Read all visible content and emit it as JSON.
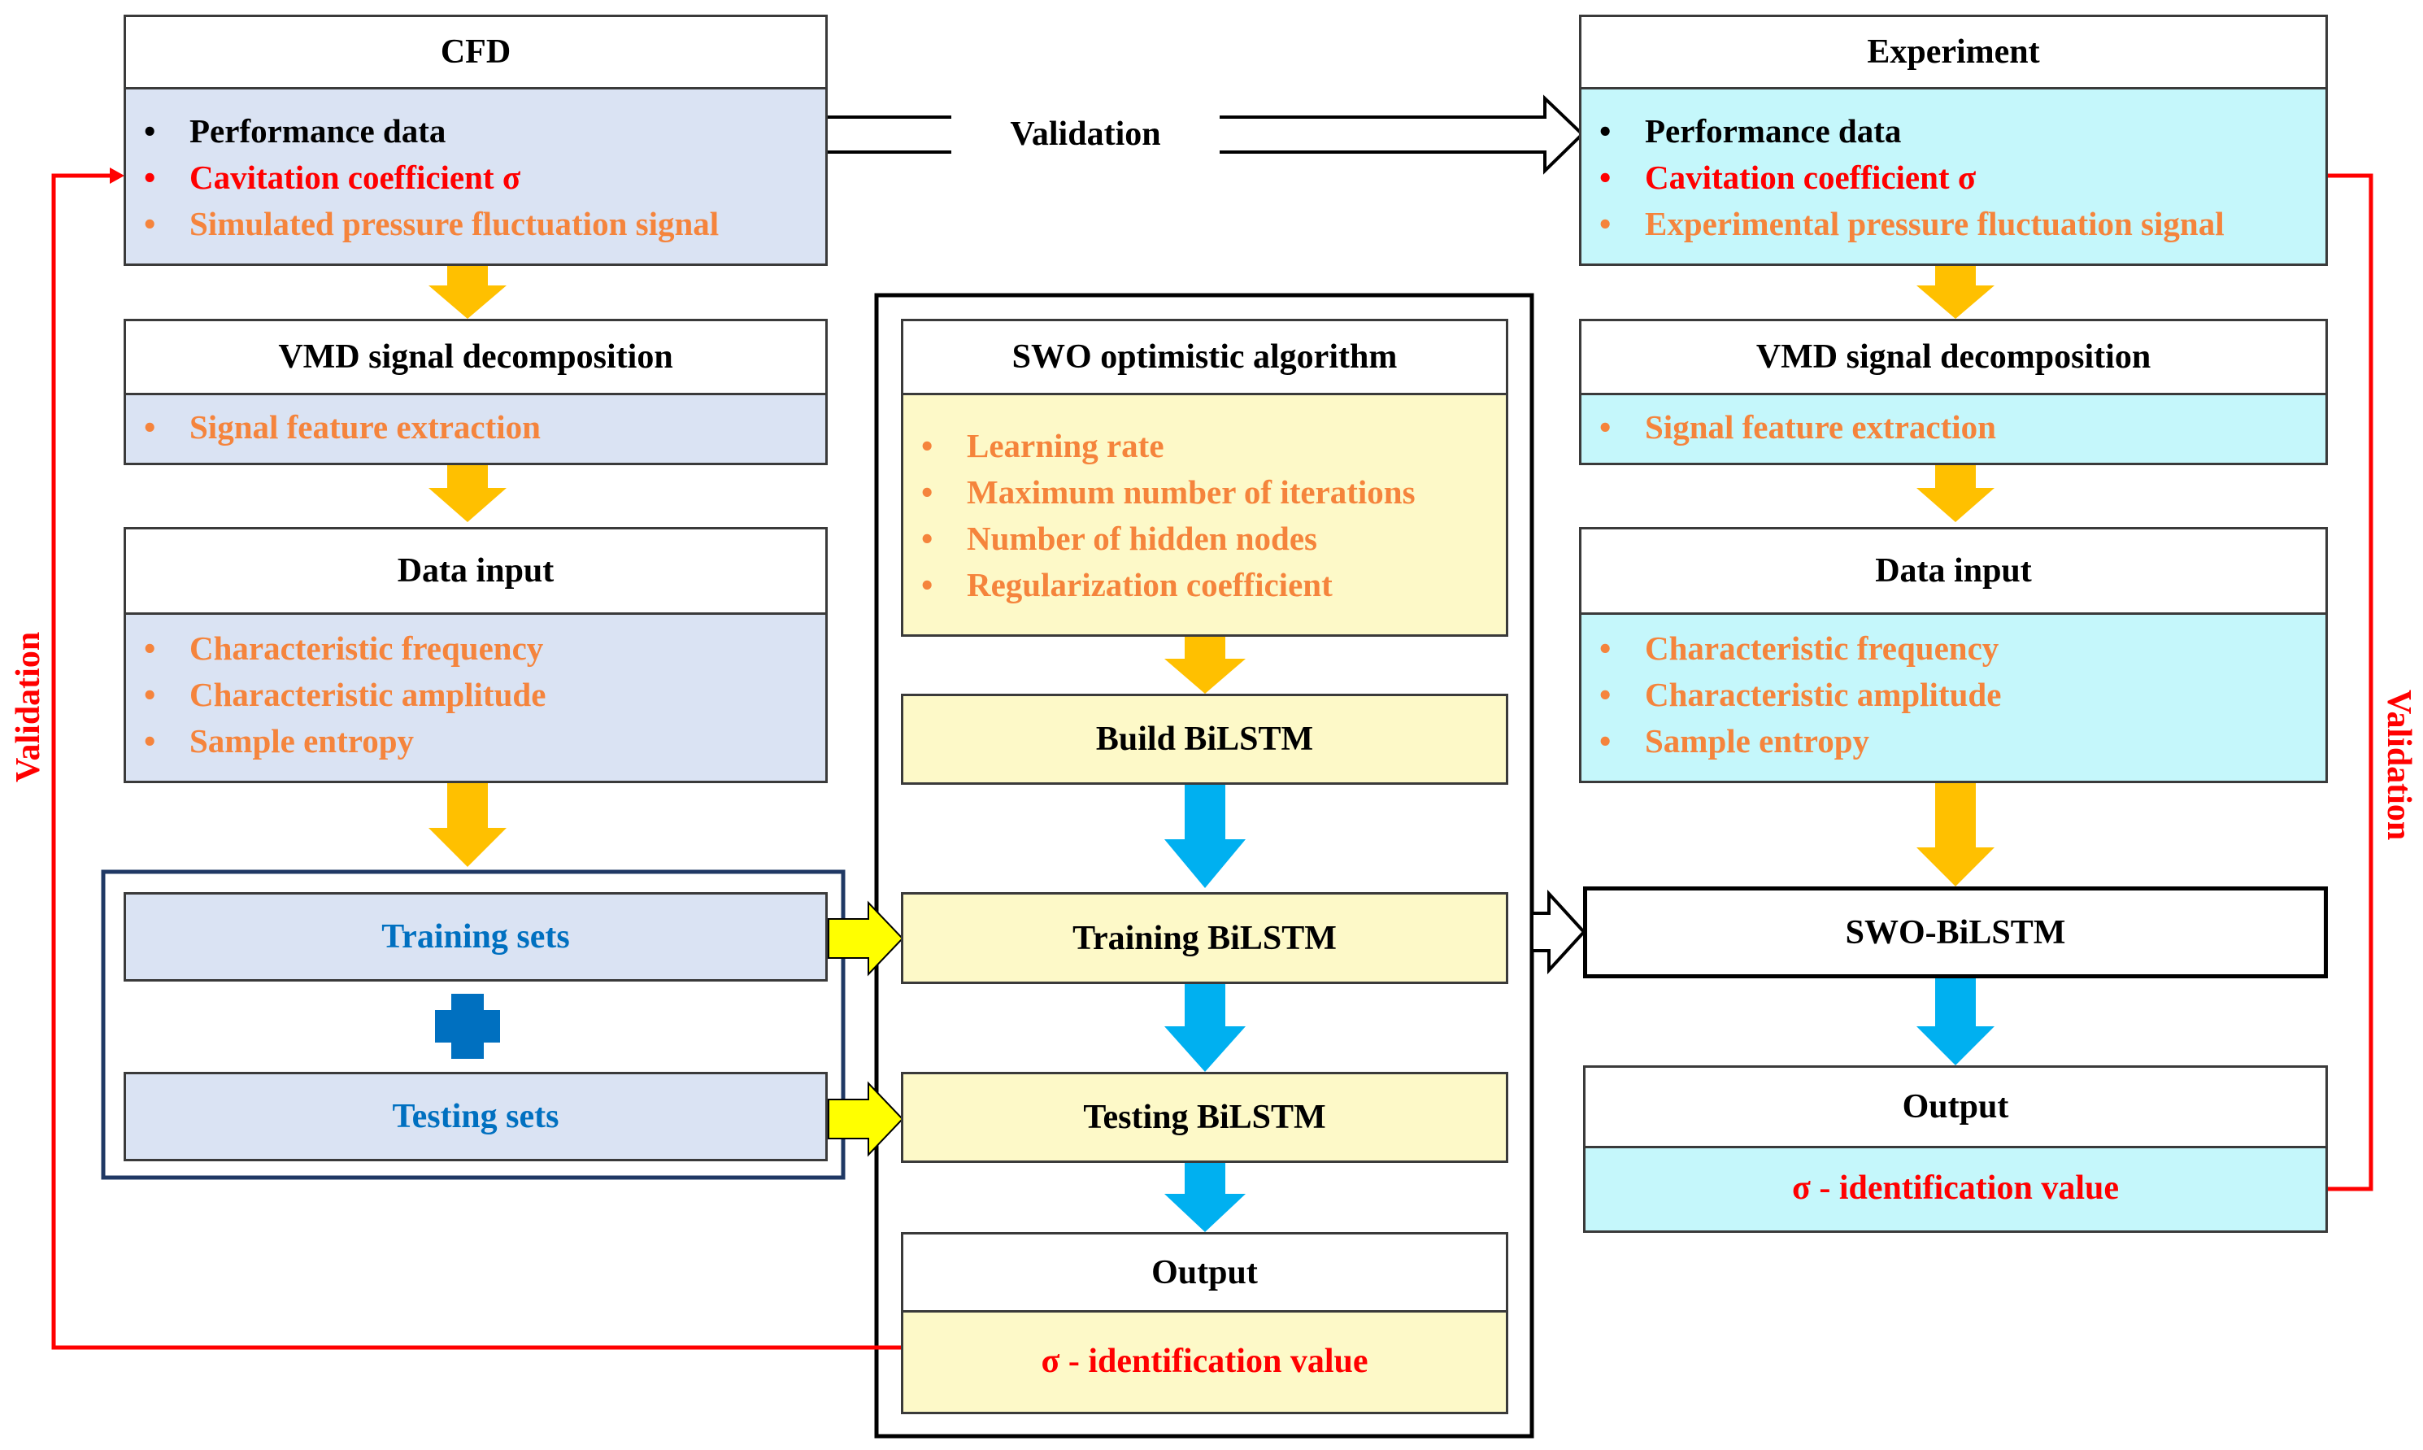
{
  "cfd": {
    "title": "CFD",
    "items": [
      {
        "text": "Performance data",
        "color": "#000000"
      },
      {
        "text": "Cavitation coefficient σ",
        "color": "#ff0000"
      },
      {
        "text": "Simulated pressure fluctuation signal",
        "color": "#f5843c"
      }
    ]
  },
  "experiment": {
    "title": "Experiment",
    "items": [
      {
        "text": "Performance data",
        "color": "#000000"
      },
      {
        "text": "Cavitation coefficient σ",
        "color": "#ff0000"
      },
      {
        "text": "Experimental pressure fluctuation signal",
        "color": "#f5843c"
      }
    ]
  },
  "validation_top": "Validation",
  "validation_left": "Validation",
  "validation_right": "Validation",
  "vmd_left": {
    "title": "VMD signal decomposition",
    "item": "Signal feature extraction"
  },
  "vmd_right": {
    "title": "VMD signal decomposition",
    "item": "Signal feature extraction"
  },
  "data_left": {
    "title": "Data input",
    "items": [
      "Characteristic frequency",
      "Characteristic amplitude",
      "Sample entropy"
    ]
  },
  "data_right": {
    "title": "Data input",
    "items": [
      "Characteristic frequency",
      "Characteristic amplitude",
      "Sample entropy"
    ]
  },
  "sets": {
    "training": "Training sets",
    "testing": "Testing sets"
  },
  "swo": {
    "title": "SWO  optimistic algorithm",
    "items": [
      "Learning rate",
      "Maximum number of iterations",
      "Number of hidden nodes",
      "Regularization coefficient"
    ]
  },
  "build": "Build BiLSTM",
  "training_bilstm": "Training  BiLSTM",
  "testing_bilstm": "Testing BiLSTM",
  "output_mid": {
    "title": "Output",
    "value": "σ - identification value"
  },
  "swo_bilstm": "SWO-BiLSTM",
  "output_right": {
    "title": "Output",
    "value": "σ - identification value"
  },
  "colors": {
    "cfd_fill": "#dae3f3",
    "exp_fill": "#c5f7fb",
    "swo_fill": "#fdf9c8",
    "orange_arrow": "#ffc000",
    "blue_arrow": "#00b0f0",
    "yellow_arrow": "#ffff00",
    "plus": "#0070c0",
    "feedback_line": "#ff0000"
  }
}
